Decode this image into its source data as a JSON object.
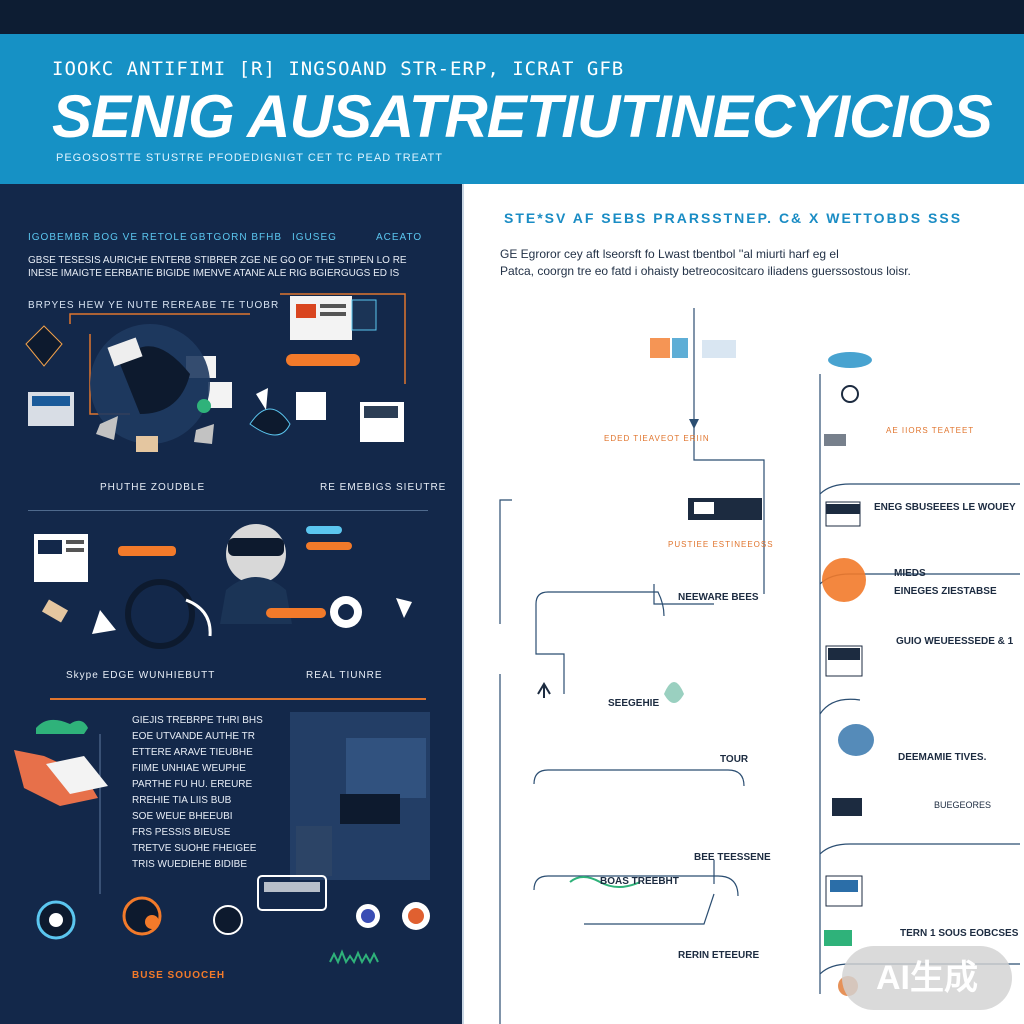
{
  "header": {
    "kicker": "IOOKC  ANTIFIMI [R] INGSOAND STR-ERP, ICRAT GFB",
    "title": "SENIG AUSATRETIUTINECYICIOS",
    "subtitle": "PEGOSOSTTE STUSTRE  PFODEDIGNIGT CET TC PEAD TREATT"
  },
  "left": {
    "sec1_labels": [
      "IGOBEMBR BOG VE RETOLE",
      "GBTGORN BFHB",
      "IGUSEG",
      "ACEATO"
    ],
    "sec1_para": [
      "GBSE TESESIS AURICHE ENTERB STIBRER ZGE NE GO OF THE STIPEN LO RE",
      "INESE IMAIGTE EERBATIE BIGIDE IMENVE ATANE ALE RIG BGIERGUGS ED IS"
    ],
    "sec1_sublabel": "BRPYES   HEW YE  NUTE REREABE TE TUOBR",
    "sec1_caps": [
      "PHUTHE ZOUDBLE",
      "RE EMEBIGS SIEUTRE"
    ],
    "sec2_caps": [
      "Skype EDGE WUNHIEBUTT",
      "REAL TIUNRE"
    ],
    "sec3_text": [
      "GIEJIS  TREBRPE THRI BHS",
      "EOE UTVANDE AUTHE TR",
      "ETTERE ARAVE TIEUBHE",
      "FIIME UNHIAE WEUPHE",
      "PARTHE FU HU. EREURE",
      "RREHIE TIA LIIS BUB",
      "SOE WEUE BHEEUBI",
      "FRS PESSIS BIEUSE",
      "TRETVE SUOHE FHEIGEE",
      "TRIS WUEDIEHE BIDIBE"
    ],
    "bottom_cap": "BUSE  SOUOCEH"
  },
  "right": {
    "title": "STE*SV AF SEBS  PRARSSTNEP.  C&  X  WETTOBDS  SSS",
    "para": [
      "GE Egroror cey aft lseorsft fo  Lwast tbentbol ''al miurti harf eg el",
      "Patca, coorgn tre eo fatd i ohaisty betreocositcaro iliadens guerssostous loisr."
    ],
    "labels_left": [
      "NEEWARE BEES",
      "SEEGEHIE",
      "TOUR",
      "BEE TEESSENE",
      "BOAS TREEBHT",
      "RERIN ETEEURE"
    ],
    "labels_right": [
      "ENEG SBUSEEES LE WOUEY",
      "MIEDS",
      "EINEGES ZIESTABSE",
      "GUIO WEUEESSEDE & 1",
      "DEEMAMIE TIVES.",
      "BUEGEORES",
      "TERN 1 SOUS EOBCSES"
    ],
    "labels_mid": [
      "EDED TIEAVEOT ERIIN",
      "PUSTIEE ESTINEEOSS",
      "AE IIORS TEATEET"
    ]
  },
  "badge": "AI生成",
  "colors": {
    "header_blue": "#1691c5",
    "panel_navy": "#13284a",
    "accent_orange": "#e0752e",
    "accent_cyan": "#5bc6ef"
  }
}
